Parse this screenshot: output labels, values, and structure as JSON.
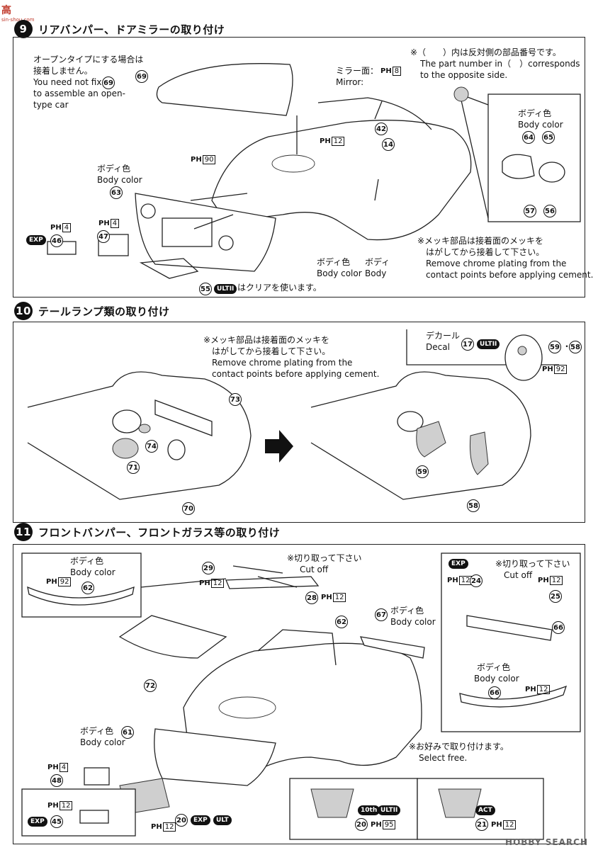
{
  "logo": {
    "main": "高",
    "sub": "sin-shou.com"
  },
  "step9": {
    "title": "リアバンパー、ドアミラーの取り付け",
    "open_note_jp": [
      "オープンタイプにする場合は",
      "接着しません。"
    ],
    "open_note_en": [
      "You need not fix",
      "to assemble an open-",
      "type car"
    ],
    "part_number_note": [
      "※（　　）内は反対側の部品番号です。",
      "The part number in（　）corresponds",
      "to the opposite side."
    ],
    "mirror_label": "ミラー面：",
    "mirror_en": "Mirror:",
    "body_color_jp": "ボディ色",
    "body_color_en": "Body color",
    "body_jp": "ボディ",
    "body_en": "Body",
    "chrome_note": [
      "※メッキ部品は接着面のメッキを",
      "はがしてから接着して下さい。",
      "Remove chrome plating from the",
      "contact points before applying cement."
    ],
    "clear_note": "はクリアを使います。",
    "parts": [
      "69",
      "42",
      "14",
      "63",
      "47",
      "46",
      "55",
      "64",
      "65",
      "57",
      "56"
    ],
    "ph": [
      "8",
      "12",
      "90",
      "4",
      "4"
    ]
  },
  "step10": {
    "number": "10",
    "title": "テールランプ類の取り付け",
    "chrome_note": [
      "※メッキ部品は接着面のメッキを",
      "はがしてから接着して下さい。",
      "Remove chrome plating from the",
      "contact points before applying cement."
    ],
    "decal_jp": "デカール",
    "decal_en": "Decal",
    "parts": [
      "73",
      "74",
      "71",
      "70",
      "17",
      "59",
      "58",
      "59",
      "58"
    ],
    "ph": [
      "92"
    ]
  },
  "step11": {
    "number": "11",
    "title": "フロントバンパー、フロントガラス等の取り付け",
    "cutoff_jp": "※切り取って下さい",
    "cutoff_en": "Cut off",
    "body_color_jp": "ボディ色",
    "body_color_en": "Body color",
    "select_note": [
      "※お好みで取り付けます。",
      "Select free."
    ],
    "parts": [
      "62",
      "29",
      "28",
      "62",
      "67",
      "72",
      "61",
      "48",
      "45",
      "20",
      "24",
      "25",
      "66",
      "66",
      "20",
      "21"
    ],
    "ph": [
      "92",
      "12",
      "12",
      "4",
      "12",
      "12",
      "12",
      "12",
      "12",
      "95",
      "12"
    ]
  },
  "badges": {
    "exp": "EXP",
    "ult": "ULT",
    "ult2": "ULTII",
    "tenth": "10th",
    "act": "ACT"
  },
  "ph_prefix": "PH",
  "watermark": "HOBBY SEARCH"
}
